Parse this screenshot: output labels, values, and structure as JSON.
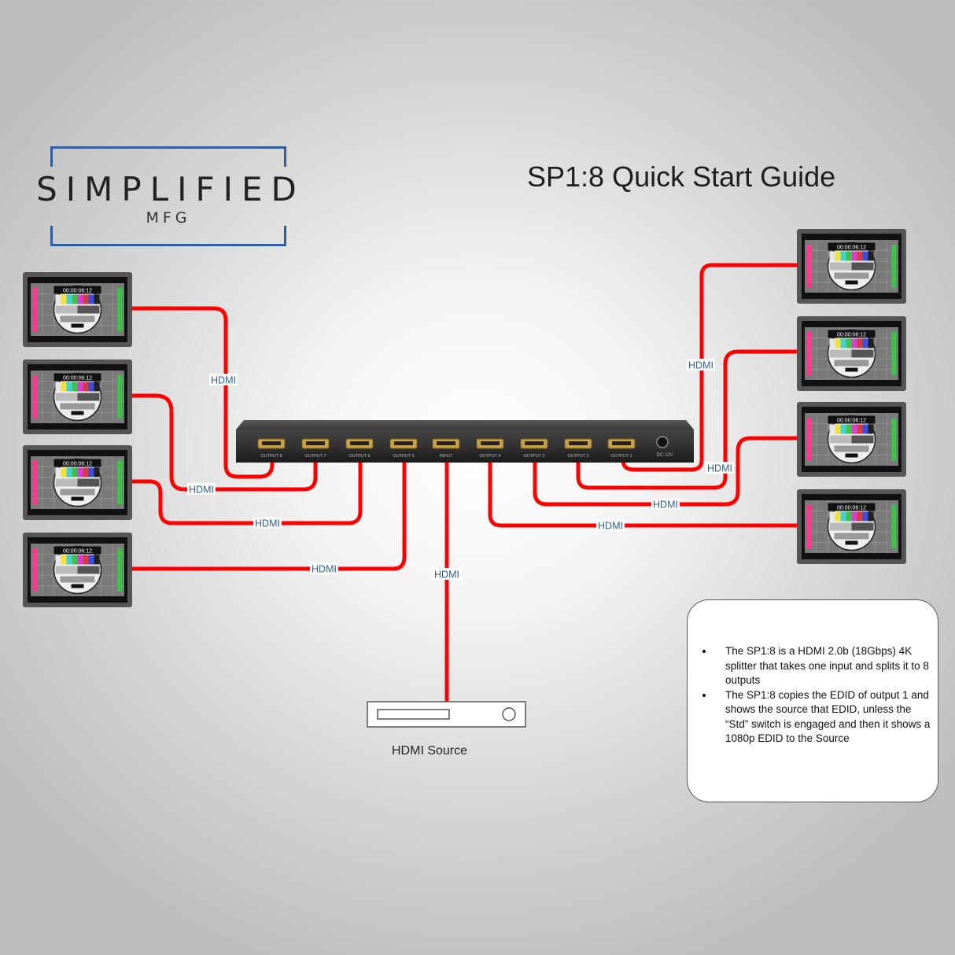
{
  "logo": {
    "brand": "SIMPLIFIED",
    "sub": "MFG",
    "frame_color": "#2f5f9e"
  },
  "title": "SP1:8 Quick Start Guide",
  "splitter": {
    "ports": [
      "OUTPUT 8",
      "OUTPUT 7",
      "OUTPUT 6",
      "OUTPUT 5",
      "INPUT",
      "OUTPUT 4",
      "OUTPUT 3",
      "OUTPUT 2",
      "OUTPUT 1"
    ],
    "power_label": "DC 12V"
  },
  "cable_label": "HDMI",
  "cable_color": "#ff0000",
  "source_label": "HDMI Source",
  "display_timecode": "00:00:06:12",
  "display_icon": "tv-test-pattern-icon",
  "info": {
    "bullets": [
      "The SP1:8 is a HDMI 2.0b (18Gbps) 4K splitter that takes one input and splits it to 8 outputs",
      "The SP1:8 copies the EDID of output 1 and shows the source that EDID, unless the “Std” switch is engaged and then it shows a 1080p EDID to the Source"
    ]
  }
}
